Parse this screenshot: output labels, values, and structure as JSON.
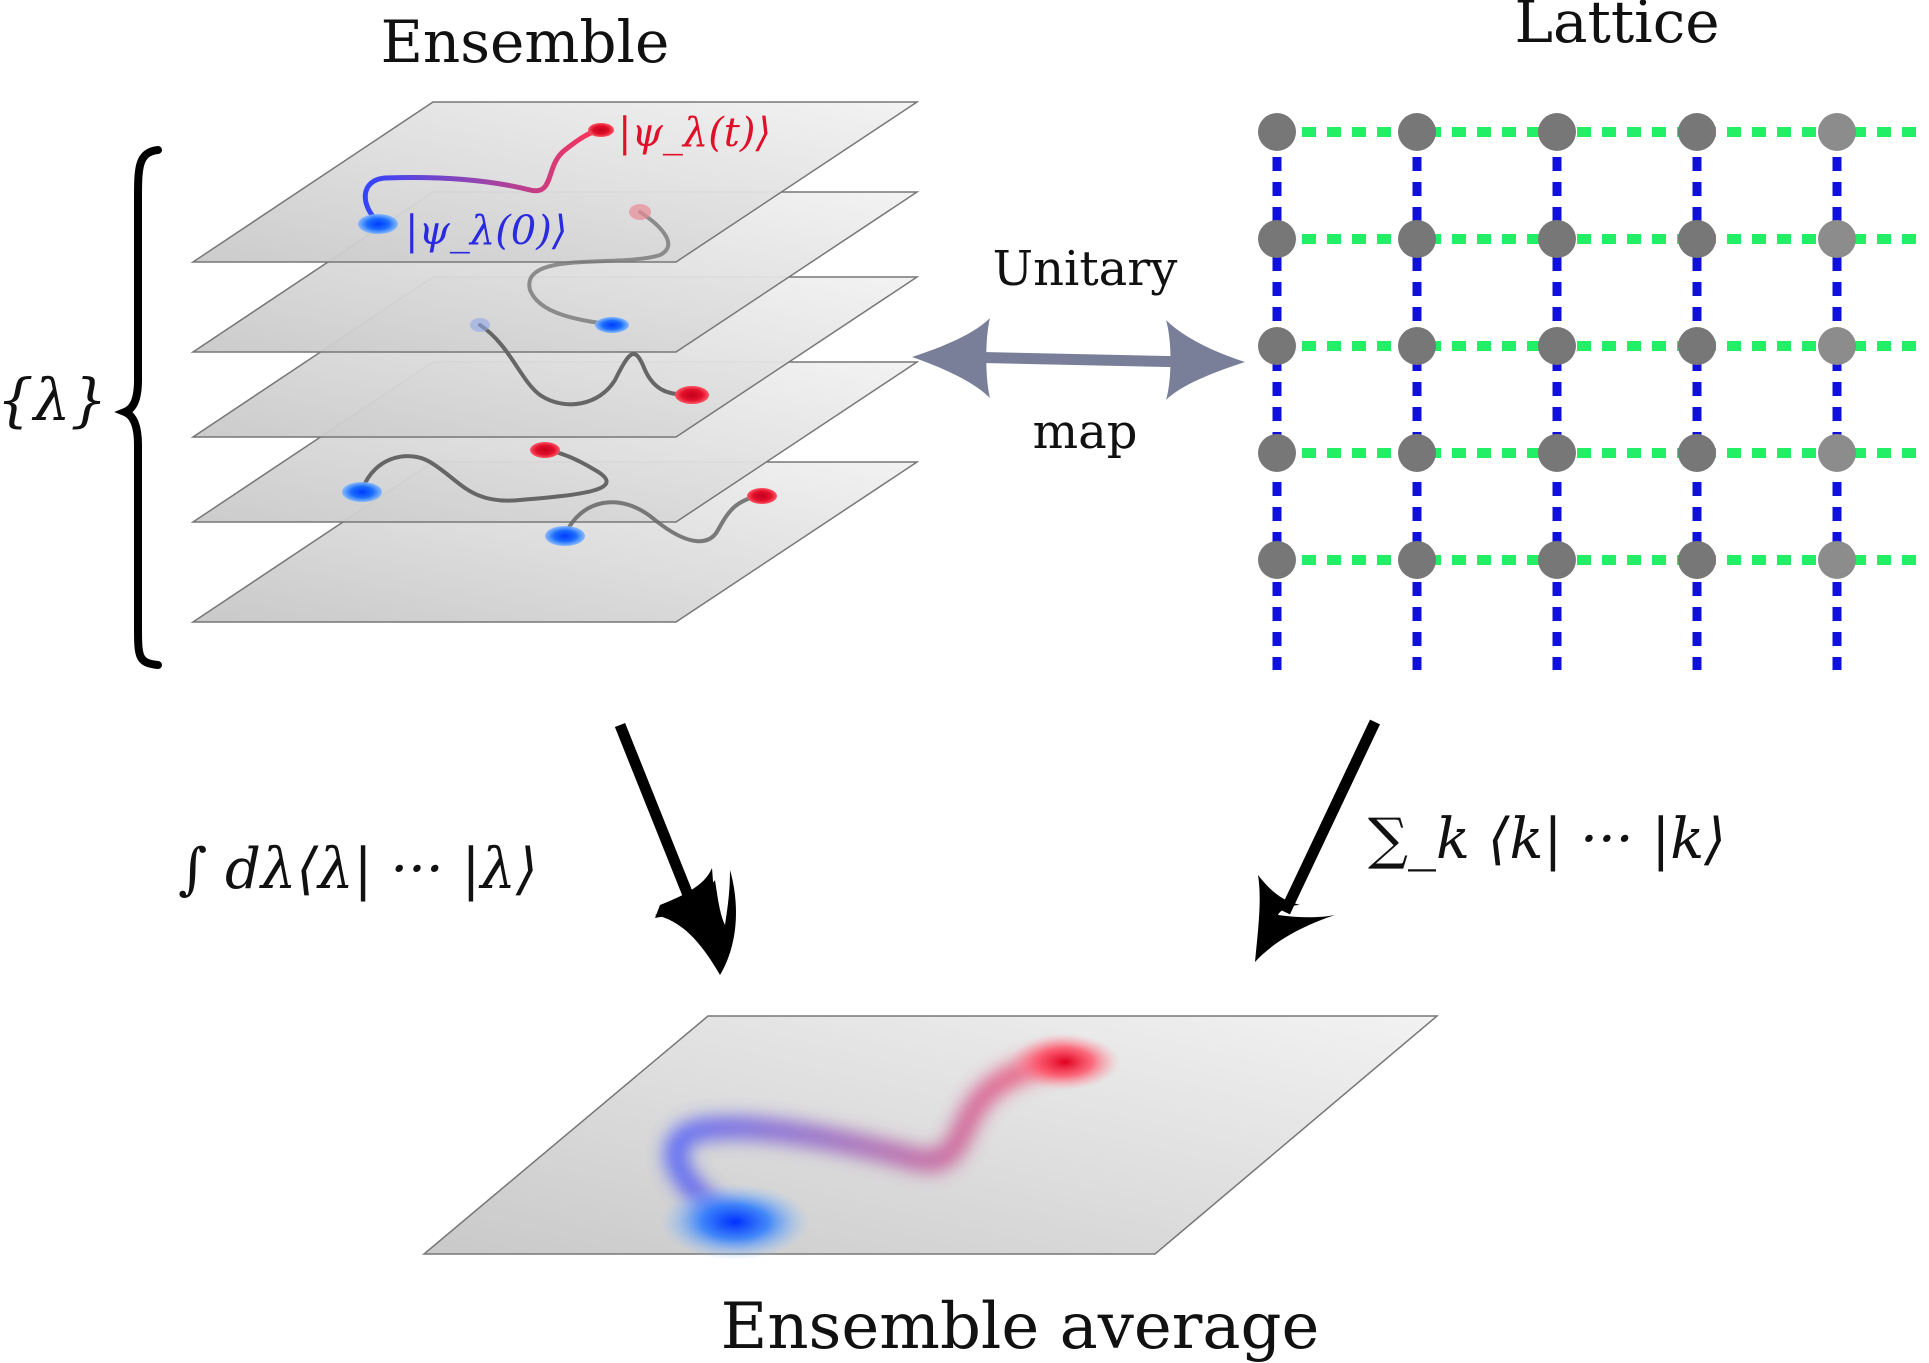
{
  "titles": {
    "ensemble": "Ensemble",
    "lattice": "Lattice",
    "ensemble_average": "Ensemble average"
  },
  "labels": {
    "lambda_set": "{λ}",
    "psi_t": "|ψ_λ(t)⟩",
    "psi_0": "|ψ_λ(0)⟩",
    "unitary": "Unitary",
    "map": "map",
    "integral": "∫ dλ⟨λ| ··· |λ⟩",
    "sum": "∑_k ⟨k| ··· |k⟩"
  },
  "lattice": {
    "rows": 5,
    "cols": 5
  },
  "colors": {
    "plane_fill": "#d9d9d9",
    "plane_edge": "#777777",
    "blue_point": "#1a5cff",
    "red_point": "#e0102a",
    "trajectory_gray": "#666666",
    "lattice_vertical": "#1010dd",
    "lattice_horizontal": "#22ee66",
    "lattice_node": "#777777",
    "map_arrow": "#7a7f99",
    "down_arrow": "#000000"
  },
  "icons": {
    "brace": "left-curly-brace",
    "map_arrow": "double-headed-arrow",
    "down_arrows": "down-arrow"
  }
}
